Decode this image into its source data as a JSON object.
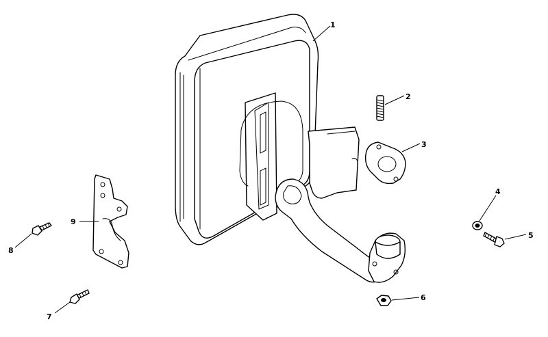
{
  "callouts": [
    {
      "id": 1,
      "label": "1",
      "part": "muffler"
    },
    {
      "id": 2,
      "label": "2",
      "part": "stud"
    },
    {
      "id": 3,
      "label": "3",
      "part": "gasket"
    },
    {
      "id": 4,
      "label": "4",
      "part": "washer"
    },
    {
      "id": 5,
      "label": "5",
      "part": "screw"
    },
    {
      "id": 6,
      "label": "6",
      "part": "nut"
    },
    {
      "id": 7,
      "label": "7",
      "part": "screw"
    },
    {
      "id": 8,
      "label": "8",
      "part": "screw"
    },
    {
      "id": 9,
      "label": "9",
      "part": "bracket"
    }
  ]
}
